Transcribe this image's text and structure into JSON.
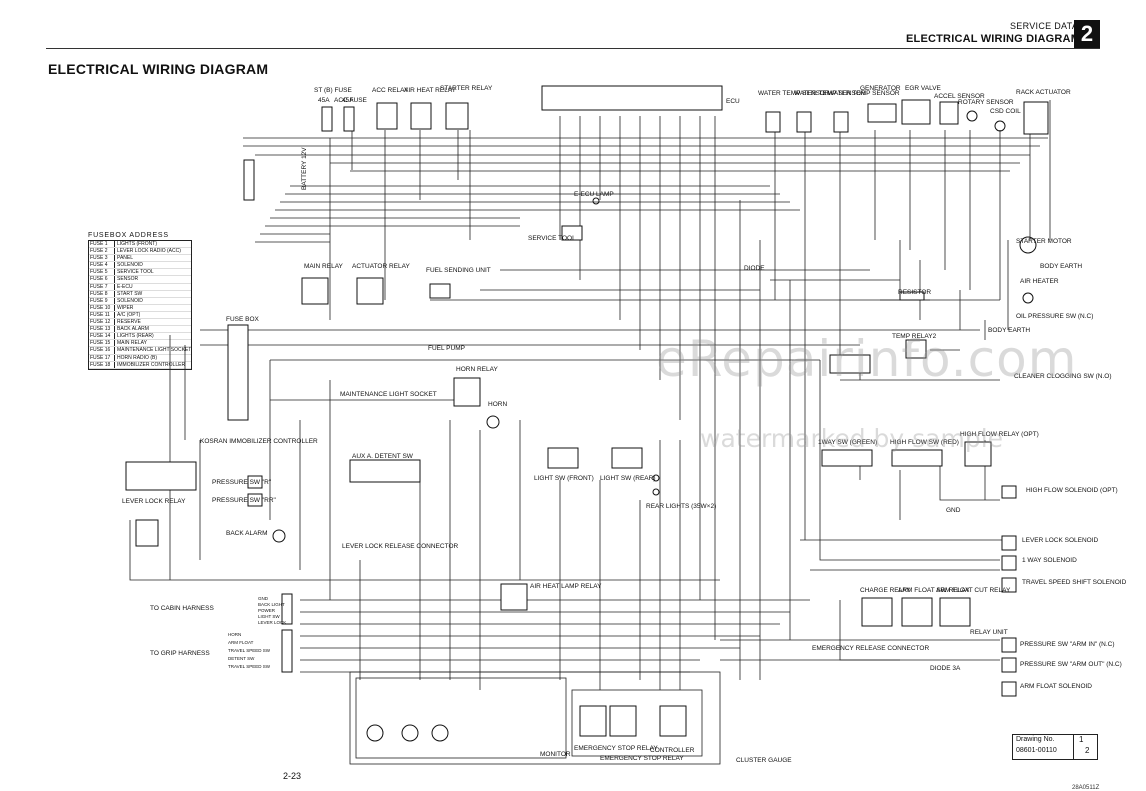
{
  "header": {
    "section": "SERVICE DATA",
    "title": "ELECTRICAL WIRING DIAGRAM",
    "chapter": "2"
  },
  "page_title": "ELECTRICAL WIRING DIAGRAM",
  "page_number": "2-23",
  "figure_code": "28A0511Z",
  "drawing": {
    "label": "Drawing No.",
    "number": "08601-00110",
    "sheet_num": "1",
    "sheet_den": "2"
  },
  "watermark": {
    "line1": "eRepairinfo.com",
    "line2": "watermarked by sample"
  },
  "fusebox_address": {
    "title": "FUSEBOX ADDRESS",
    "rows": [
      [
        "FUSE 1",
        "LIGHTS (FRONT)"
      ],
      [
        "FUSE 2",
        "LEVER LOCK RADIO (ACC)"
      ],
      [
        "FUSE 3",
        "PANEL"
      ],
      [
        "FUSE 4",
        "SOLENOID"
      ],
      [
        "FUSE 5",
        "SERVICE TOOL"
      ],
      [
        "FUSE 6",
        "SENSOR"
      ],
      [
        "FUSE 7",
        "E-ECU"
      ],
      [
        "FUSE 8",
        "START SW"
      ],
      [
        "FUSE 9",
        "SOLENOID"
      ],
      [
        "FUSE 10",
        "WIPER"
      ],
      [
        "FUSE 11",
        "A/C (OPT)"
      ],
      [
        "FUSE 12",
        "RESERVE"
      ],
      [
        "FUSE 13",
        "BACK ALARM"
      ],
      [
        "FUSE 14",
        "LIGHTS (REAR)"
      ],
      [
        "FUSE 15",
        "MAIN RELAY"
      ],
      [
        "FUSE 16",
        "MAINTENANCE LIGHT SOCKET"
      ],
      [
        "FUSE 17",
        "HORN RADIO (B)"
      ],
      [
        "FUSE 18",
        "IMMOBILIZER CONTROLLER"
      ]
    ]
  },
  "components": {
    "st_fuse": "ST (B) FUSE",
    "st_fuse_rating": "45A",
    "acc_fuse": "ACC FUSE",
    "acc_fuse_rating": "45A",
    "acc_relay": "ACC RELAY",
    "air_heat_relay": "AIR HEAT RELAY",
    "starter_relay": "STARTER RELAY",
    "battery": "BATTERY 12V",
    "ecu": "ECU",
    "ecu_lamp": "E-ECU LAMP",
    "service_tool": "SERVICE TOOL",
    "water_temp_1": "WATER TEMP SENSOR",
    "water_temp_2": "WATER TEMP SENSOR",
    "water_temp_3": "WATER TEMP SENSOR",
    "generator": "GENERATOR",
    "egr_valve": "EGR VALVE",
    "accel_sensor": "ACCEL SENSOR",
    "rotary_sensor": "ROTARY SENSOR",
    "csd_coil": "CSD COIL",
    "rack_actuator": "RACK ACTUATOR",
    "starter_motor": "STARTER MOTOR",
    "body_earth": "BODY EARTH",
    "air_heater": "AIR HEATER",
    "oil_pressure": "OIL PRESSURE SW (N.C)",
    "resistor": "RESISTOR",
    "diode": "DIODE",
    "temp_relay": "TEMP RELAY2",
    "cleaner_clogging": "CLEANER CLOGGING SW (N.O)",
    "main_relay": "MAIN RELAY",
    "actuator_relay": "ACTUATOR RELAY",
    "fuel_sending": "FUEL SENDING UNIT",
    "fuel_pump": "FUEL PUMP",
    "fuse_box": "FUSE BOX",
    "horn_relay": "HORN RELAY",
    "horn": "HORN",
    "maintenance_socket": "MAINTENANCE LIGHT SOCKET",
    "immobilizer": "KOSRAN IMMOBILIZER CONTROLLER",
    "aux_detent": "AUX A. DETENT SW",
    "pressure_sw_r": "PRESSURE SW \"R\"",
    "pressure_sw_rr": "PRESSURE SW \"RR\"",
    "back_alarm": "BACK ALARM",
    "lever_lock_relay": "LEVER LOCK RELAY",
    "lever_lock_conn": "LEVER LOCK RELEASE CONNECTOR",
    "light_sw_front": "LIGHT SW (FRONT)",
    "light_sw_rear": "LIGHT SW (REAR)",
    "rear_lights": "REAR LIGHTS (35W×2)",
    "one_way_sw": "1WAY SW (GREEN)",
    "high_flow_sw": "HIGH FLOW SW (RED)",
    "high_flow_relay": "HIGH FLOW RELAY (OPT)",
    "high_flow_solenoid": "HIGH FLOW SOLENOID (OPT)",
    "gnd": "GND",
    "lever_lock_solenoid": "LEVER LOCK SOLENOID",
    "one_way_solenoid": "1 WAY SOLENOID",
    "travel_speed_solenoid": "TRAVEL SPEED SHIFT SOLENOID",
    "charge_relay": "CHARGE RELAY",
    "arm_float_relay": "ARM FLOAT SW RELAY",
    "arm_float_cut_relay": "ARM FLOAT CUT RELAY",
    "relay_unit": "RELAY UNIT",
    "pressure_sw_arm_in": "PRESSURE SW \"ARM IN\" (N.C)",
    "pressure_sw_arm_out": "PRESSURE SW \"ARM OUT\" (N.C)",
    "arm_float_solenoid": "ARM FLOAT SOLENOID",
    "diode_3a": "DIODE 3A",
    "air_heat_lamp_relay": "AIR HEAT LAMP RELAY",
    "emergency_release": "EMERGENCY RELEASE CONNECTOR",
    "to_cabin": "TO CABIN HARNESS",
    "to_grip": "TO GRIP HARNESS",
    "cabin_pins": [
      "GND",
      "BACK LIGHT",
      "POWER",
      "LIGHT SW",
      "LEVER LOCK"
    ],
    "grip_pins": [
      "HORN",
      "ARM FLOAT",
      "TRAVEL SPEED SW",
      "DETENT SW",
      "TRAVEL SPEED SW"
    ],
    "monitor": "MONITOR",
    "controller": "CONTROLLER",
    "emergency_stop_1": "EMERGENCY STOP RELAY",
    "emergency_stop_2": "EMERGENCY STOP RELAY",
    "cluster_gauge": "CLUSTER GAUGE"
  }
}
